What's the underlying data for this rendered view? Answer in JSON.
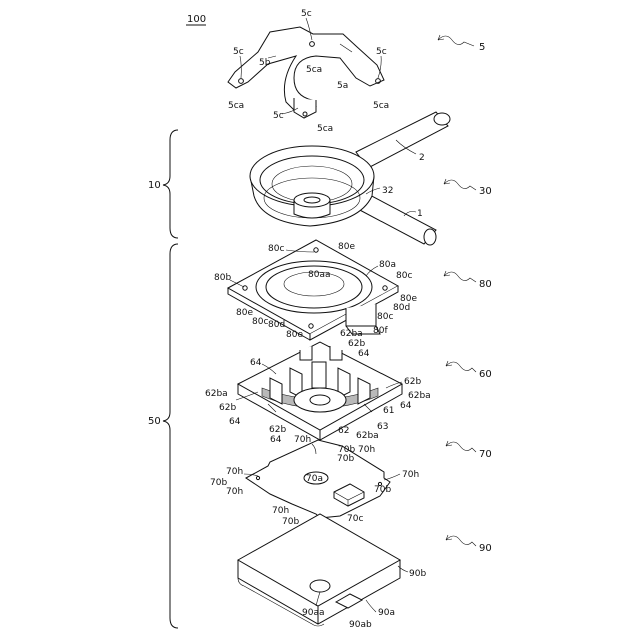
{
  "figure_id": "100",
  "group_labels": {
    "upper": "10",
    "lower": "50"
  },
  "components": [
    {
      "id": "5",
      "parts": [
        "5a",
        "5b",
        "5c",
        "5ca"
      ]
    },
    {
      "id": "30",
      "parts": [
        "1",
        "2",
        "32"
      ]
    },
    {
      "id": "80",
      "parts": [
        "80a",
        "80aa",
        "80b",
        "80c",
        "80d",
        "80e",
        "80f"
      ]
    },
    {
      "id": "60",
      "parts": [
        "61",
        "62",
        "62b",
        "62ba",
        "63",
        "64"
      ]
    },
    {
      "id": "70",
      "parts": [
        "70a",
        "70b",
        "70c",
        "70h"
      ]
    },
    {
      "id": "90",
      "parts": [
        "90a",
        "90aa",
        "90ab",
        "90b"
      ]
    }
  ],
  "labels": {
    "l5c_top": "5c",
    "l5c_l": "5c",
    "l5c_r": "5c",
    "l5b": "5b",
    "l5ca_mid": "5ca",
    "l5a": "5a",
    "l5ca_l": "5ca",
    "l5ca_r": "5ca",
    "l5c_bot": "5c",
    "l5ca_bot": "5ca",
    "l2": "2",
    "l32": "32",
    "l1": "1",
    "l80c_1": "80c",
    "l80e_1": "80e",
    "l80b": "80b",
    "l80aa": "80aa",
    "l80a": "80a",
    "l80c_2": "80c",
    "l80e_2": "80e",
    "l80d_1": "80d",
    "l80e_3": "80e",
    "l80c_3": "80c",
    "l80d_2": "80d",
    "l80e_4": "80e",
    "l80c_4": "80c",
    "l80f": "80f",
    "l62ba_1": "62ba",
    "l62b_1": "62b",
    "l64_1": "64",
    "l64_2": "64",
    "l62b_2": "62b",
    "l62ba_2": "62ba",
    "l62b_3": "62b",
    "l64_3": "64",
    "l64_4": "64",
    "l62ba_3": "62ba",
    "l61": "61",
    "l63": "63",
    "l62b_4": "62b",
    "l62": "62",
    "l62ba_4": "62ba",
    "l64_5": "64",
    "l70h_1": "70h",
    "l70b_1": "70b",
    "l70h_2": "70h",
    "l70b_2": "70b",
    "l70h_3": "70h",
    "l70a": "70a",
    "l70h_4": "70h",
    "l70b_3": "70b",
    "l70h_5": "70h",
    "l70h_6": "70h",
    "l70b_4": "70b",
    "l70c": "70c",
    "l70b_5": "70b",
    "l90b": "90b",
    "l90aa": "90aa",
    "l90a": "90a",
    "l90ab": "90ab"
  }
}
